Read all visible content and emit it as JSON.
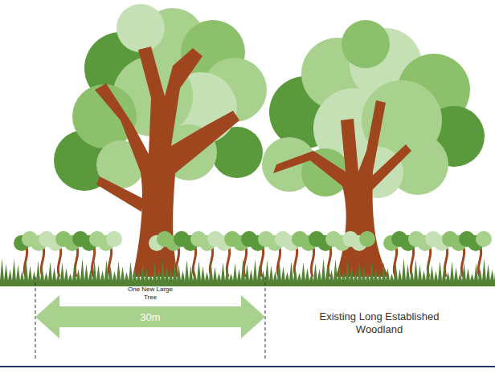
{
  "diagram": {
    "nodes": [
      {
        "text": [
          "30m"
        ]
      }
    ],
    "labels": [
      "One New Large Tree",
      "Existing Long Established Woodland"
    ]
  }
}
